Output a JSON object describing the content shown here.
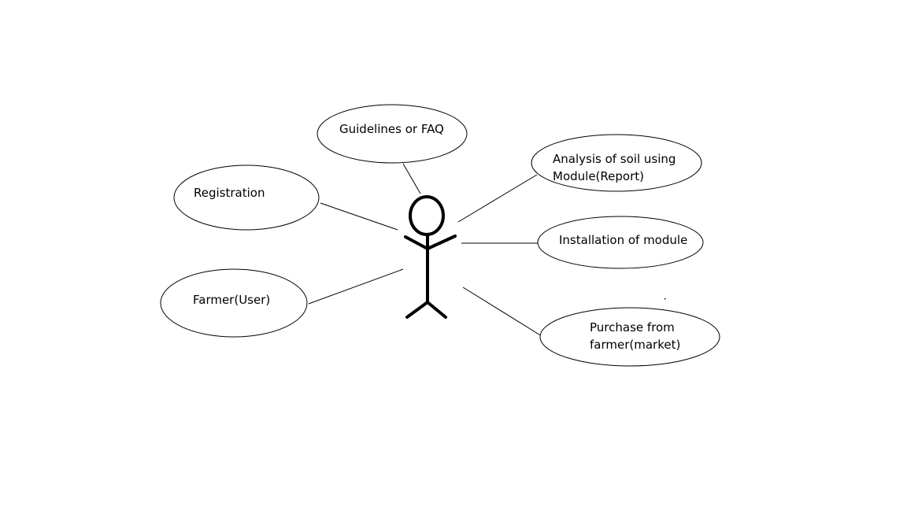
{
  "colors": {
    "background": "#ffffff",
    "stroke": "#000000",
    "text": "#000000"
  },
  "actor": {
    "icon": "stick-figure-icon"
  },
  "use_cases": {
    "guidelines": {
      "lines": [
        "Guidelines or FAQ"
      ]
    },
    "registration": {
      "lines": [
        "Registration"
      ]
    },
    "farmer_user": {
      "lines": [
        "Farmer(User)"
      ]
    },
    "analysis": {
      "lines": [
        "Analysis of soil using",
        "Module(Report)"
      ]
    },
    "installation": {
      "lines": [
        "Installation of module"
      ]
    },
    "purchase": {
      "lines": [
        "Purchase from",
        "farmer(market)"
      ]
    }
  }
}
